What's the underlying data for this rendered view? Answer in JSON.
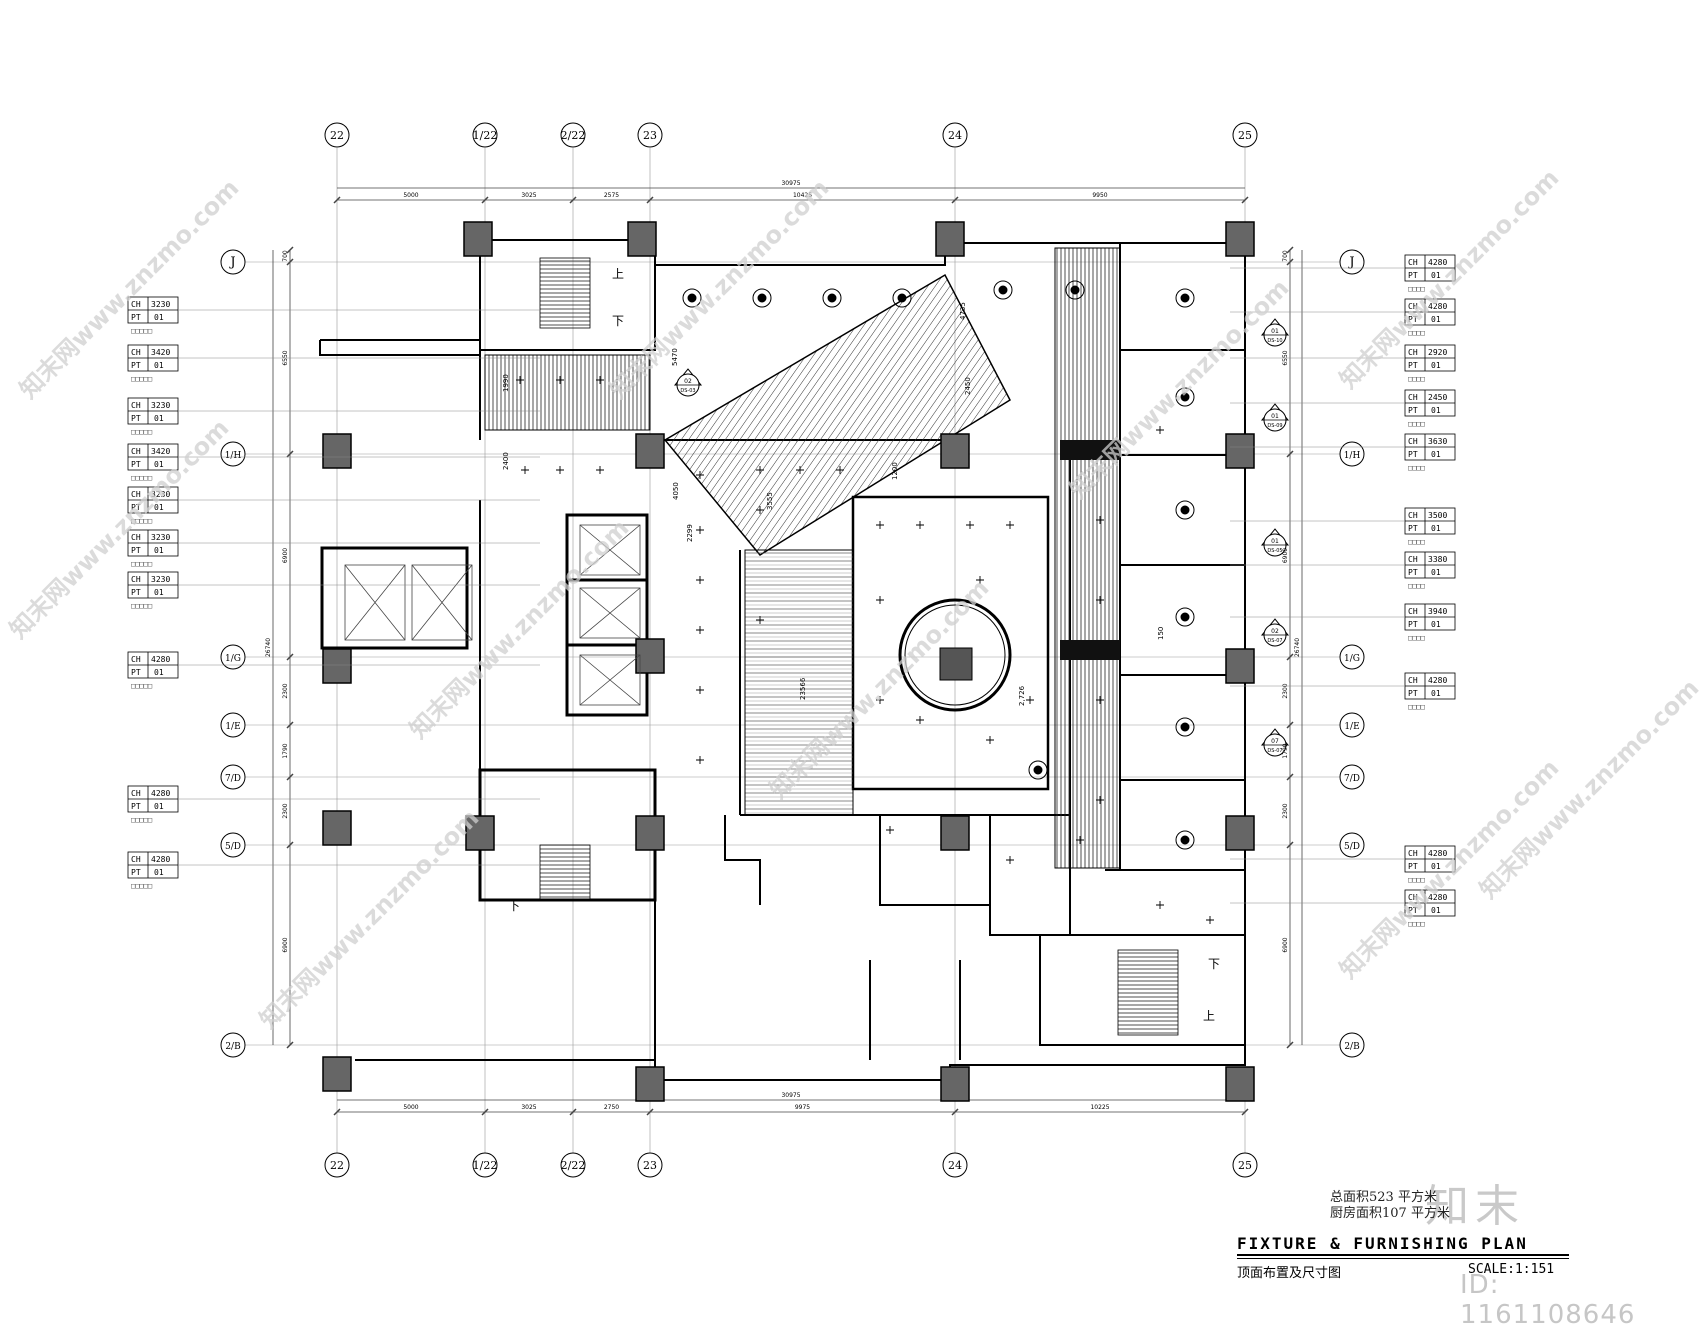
{
  "drawing": {
    "title_en": "FIXTURE & FURNISHING PLAN",
    "title_cn": "顶面布置及尺寸图",
    "scale": "SCALE:1:151",
    "area_total": "总面积523 平方米",
    "area_kitchen": "厨房面积107 平方米"
  },
  "grid_top": [
    "22",
    "1/22",
    "2/22",
    "23",
    "24",
    "25"
  ],
  "grid_left": [
    "J",
    "1/H",
    "1/G",
    "1/E",
    "7/D",
    "5/D",
    "2/B"
  ],
  "dims_top": {
    "total": "30975",
    "segments": [
      "5000",
      "3025",
      "2575",
      "10425",
      "9950"
    ]
  },
  "dims_bottom": {
    "total": "30975",
    "segments": [
      "5000",
      "3025",
      "2750",
      "9975",
      "10225"
    ]
  },
  "dims_left": {
    "total": "26740",
    "segments": [
      "700",
      "6550",
      "6900",
      "2300",
      "1790",
      "2300",
      "6900"
    ]
  },
  "dims_right": {
    "total": "26740",
    "segments": [
      "700",
      "6550",
      "6900",
      "2300",
      "1790",
      "2300",
      "6900"
    ]
  },
  "tags_left": [
    {
      "ch": "3230",
      "pt": "01",
      "note": "□□□□□"
    },
    {
      "ch": "3420",
      "pt": "01",
      "note": "□□□□□"
    },
    {
      "ch": "3230",
      "pt": "01",
      "note": "□□□□□"
    },
    {
      "ch": "3420",
      "pt": "01",
      "note": "□□□□□"
    },
    {
      "ch": "3230",
      "pt": "01",
      "note": "□□□□□"
    },
    {
      "ch": "3230",
      "pt": "01",
      "note": "□□□□□"
    },
    {
      "ch": "3230",
      "pt": "01",
      "note": "□□□□□"
    },
    {
      "ch": "4280",
      "pt": "01",
      "note": "□□□□□"
    },
    {
      "ch": "4280",
      "pt": "01",
      "note": "□□□□□"
    },
    {
      "ch": "4280",
      "pt": "01",
      "note": "□□□□□"
    }
  ],
  "tags_right": [
    {
      "ch": "4280",
      "pt": "01",
      "note": "□□□□"
    },
    {
      "ch": "4280",
      "pt": "01",
      "note": "□□□□"
    },
    {
      "ch": "2920",
      "pt": "01",
      "note": "□□□□"
    },
    {
      "ch": "2450",
      "pt": "01",
      "note": "□□□□"
    },
    {
      "ch": "3630",
      "pt": "01",
      "note": "□□□□"
    },
    {
      "ch": "3500",
      "pt": "01",
      "note": "□□□□"
    },
    {
      "ch": "3380",
      "pt": "01",
      "note": "□□□□"
    },
    {
      "ch": "3940",
      "pt": "01",
      "note": "□□□□"
    },
    {
      "ch": "4280",
      "pt": "01",
      "note": "□□□□"
    },
    {
      "ch": "4280",
      "pt": "01",
      "note": "□□□□"
    },
    {
      "ch": "4280",
      "pt": "01",
      "note": "□□□□"
    }
  ],
  "section_marks": [
    {
      "num": "02",
      "ref": "DS-03"
    },
    {
      "num": "01",
      "ref": "DS-10"
    },
    {
      "num": "01",
      "ref": "DS-09"
    },
    {
      "num": "01",
      "ref": "DS-05"
    },
    {
      "num": "02",
      "ref": "DS-07"
    },
    {
      "num": "07",
      "ref": "DS-07"
    }
  ],
  "inner_dims": [
    "5470",
    "4735",
    "2450",
    "1990",
    "2400",
    "4050",
    "1200",
    "3555",
    "2299",
    "23566",
    "150",
    "2,726"
  ],
  "stair_labels": {
    "up": "上",
    "down": "下"
  },
  "watermark": "知末网www.znzmo.com",
  "logo": "知末",
  "image_id": "ID: 1161108646"
}
